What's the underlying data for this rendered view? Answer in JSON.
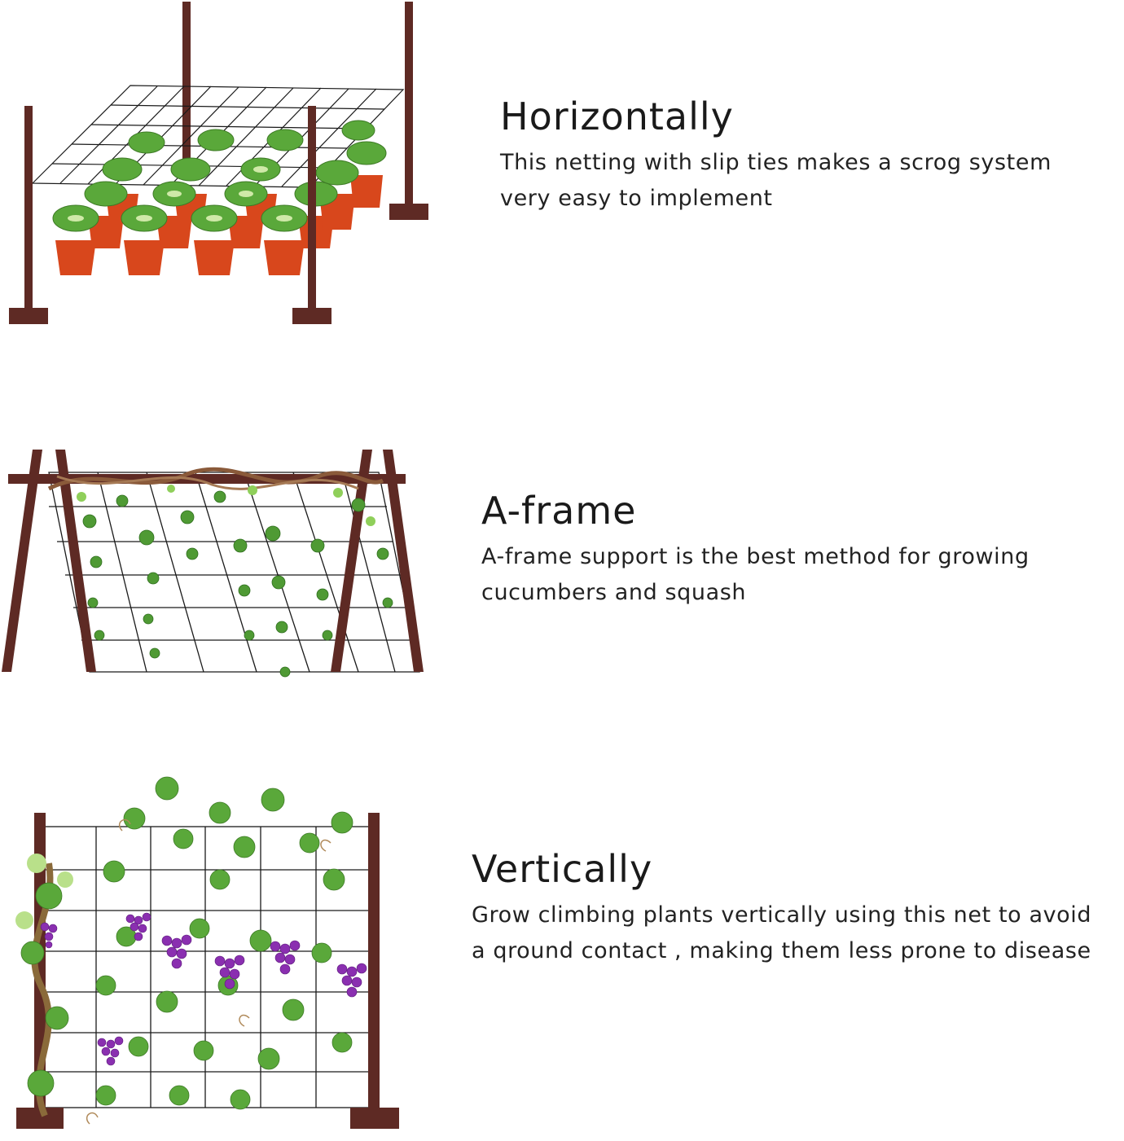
{
  "sections": {
    "horizontal": {
      "heading": "Horizontally",
      "line1": "This netting with slip ties makes a scrog system",
      "line2": "very easy to implement",
      "illustration_icon": "horizontal-trellis-potted-plants-icon"
    },
    "aframe": {
      "heading": "A-frame",
      "line1": "A-frame support is the best method for growing",
      "line2": "cucumbers and squash",
      "illustration_icon": "aframe-trellis-vines-icon"
    },
    "vertical": {
      "heading": "Vertically",
      "line1": "Grow climbing plants vertically using this net to avoid",
      "line2": "a qround contact , making them less prone to disease",
      "illustration_icon": "vertical-trellis-grapes-icon"
    }
  },
  "colors": {
    "post": "#5e2a24",
    "net": "#1a1a1a",
    "leaf": "#5aa83a",
    "leaf_light": "#9fd36a",
    "pot": "#d8471c",
    "grape": "#8a2fb0",
    "vine": "#8a5a3a"
  }
}
